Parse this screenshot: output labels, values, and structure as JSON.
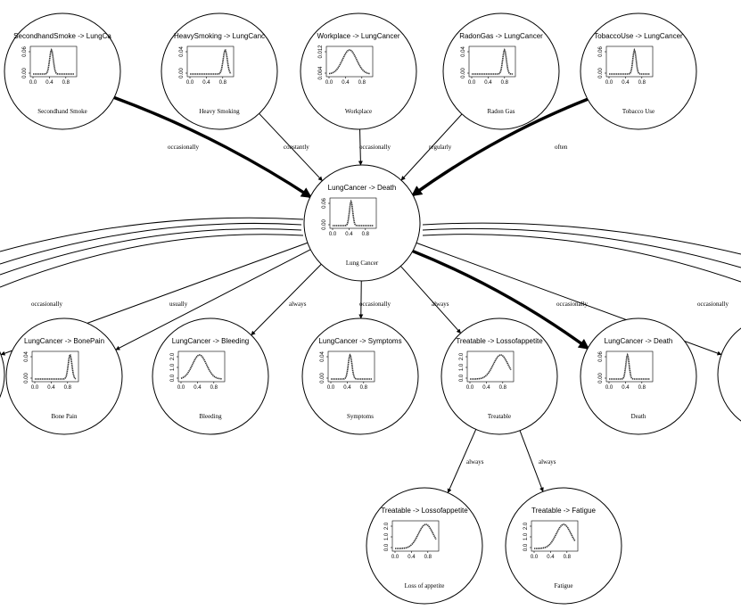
{
  "diagram": {
    "nodes": [
      {
        "id": "secondhand",
        "title": "SecondhandSmoke -> LungCa",
        "label": "Secondhand Smoke",
        "yticks": [
          "0.00",
          "0.06"
        ],
        "xticks": [
          "0.0",
          "0.4",
          "0.8"
        ],
        "mean": 0.45,
        "sd": 0.045
      },
      {
        "id": "heavy",
        "title": "HeavySmoking -> LungCanc",
        "label": "Heavy Smoking",
        "yticks": [
          "0.00",
          "0.04"
        ],
        "xticks": [
          "0.0",
          "0.4",
          "0.8"
        ],
        "mean": 0.86,
        "sd": 0.05
      },
      {
        "id": "workplace",
        "title": "Workplace -> LungCancer",
        "label": "Workplace",
        "yticks": [
          "0.004",
          "0.012"
        ],
        "xticks": [
          "0.0",
          "0.4",
          "0.8"
        ],
        "mean": 0.5,
        "sd": 0.17
      },
      {
        "id": "radon",
        "title": "RadonGas -> LungCancer",
        "label": "Radon Gas",
        "yticks": [
          "0.00",
          "0.04"
        ],
        "xticks": [
          "0.0",
          "0.4",
          "0.8"
        ],
        "mean": 0.8,
        "sd": 0.045
      },
      {
        "id": "tobacco",
        "title": "TobaccoUse -> LungCancer",
        "label": "Tobacco Use",
        "yticks": [
          "0.00",
          "0.06"
        ],
        "xticks": [
          "0.0",
          "0.4",
          "0.8"
        ],
        "mean": 0.62,
        "sd": 0.04
      },
      {
        "id": "lungcancer",
        "title": "LungCancer -> Death",
        "label": "Lung Cancer",
        "yticks": [
          "0.00",
          "0.06"
        ],
        "xticks": [
          "0.0",
          "0.4",
          "0.8"
        ],
        "mean": 0.45,
        "sd": 0.04
      },
      {
        "id": "bonepain",
        "title": "LungCancer -> BonePain",
        "label": "Bone Pain",
        "yticks": [
          "0.00",
          "0.04"
        ],
        "xticks": [
          "0.0",
          "0.4",
          "0.8"
        ],
        "mean": 0.86,
        "sd": 0.045
      },
      {
        "id": "bleeding",
        "title": "LungCancer -> Bleeding",
        "label": "Bleeding",
        "yticks": [
          "0.0",
          "1.0",
          "2.0"
        ],
        "xticks": [
          "0.0",
          "0.4",
          "0.8"
        ],
        "mean": 0.45,
        "sd": 0.17
      },
      {
        "id": "symptoms",
        "title": "LungCancer -> Symptoms",
        "label": "Symptoms",
        "yticks": [
          "0.00",
          "0.04"
        ],
        "xticks": [
          "0.0",
          "0.4",
          "0.8"
        ],
        "mean": 0.47,
        "sd": 0.045
      },
      {
        "id": "treatable",
        "title": "Treatable -> Lossofappetite",
        "label": "Treatable",
        "yticks": [
          "0.0",
          "1.0",
          "2.0"
        ],
        "xticks": [
          "0.0",
          "0.4",
          "0.8"
        ],
        "mean": 0.75,
        "sd": 0.18
      },
      {
        "id": "death",
        "title": "LungCancer -> Death",
        "label": "Death",
        "yticks": [
          "0.00",
          "0.06"
        ],
        "xticks": [
          "0.0",
          "0.4",
          "0.8"
        ],
        "mean": 0.45,
        "sd": 0.04
      },
      {
        "id": "lossofappetite",
        "title": "Treatable -> Lossofappetite",
        "label": "Loss of appetite",
        "yticks": [
          "0.0",
          "1.0",
          "2.0"
        ],
        "xticks": [
          "0.0",
          "0.4",
          "0.8"
        ],
        "mean": 0.75,
        "sd": 0.18
      },
      {
        "id": "fatigue",
        "title": "Treatable -> Fatigue",
        "label": "Fatigue",
        "yticks": [
          "0.0",
          "1.0",
          "2.0"
        ],
        "xticks": [
          "0.0",
          "0.4",
          "0.8"
        ],
        "mean": 0.72,
        "sd": 0.18
      }
    ],
    "edges": [
      {
        "from": "secondhand",
        "to": "lungcancer",
        "label": "occasionally",
        "weight": "heavy"
      },
      {
        "from": "heavy",
        "to": "lungcancer",
        "label": "constantly",
        "weight": "thin"
      },
      {
        "from": "workplace",
        "to": "lungcancer",
        "label": "occasionally",
        "weight": "thin"
      },
      {
        "from": "radon",
        "to": "lungcancer",
        "label": "regularly",
        "weight": "thin"
      },
      {
        "from": "tobacco",
        "to": "lungcancer",
        "label": "often",
        "weight": "heavy"
      },
      {
        "from": "lungcancer",
        "to": "bonepain",
        "label": "usually",
        "weight": "thin"
      },
      {
        "from": "lungcancer",
        "to": "bleeding",
        "label": "always",
        "weight": "thin"
      },
      {
        "from": "lungcancer",
        "to": "symptoms",
        "label": "occasionally",
        "weight": "thin"
      },
      {
        "from": "lungcancer",
        "to": "treatable",
        "label": "always",
        "weight": "thin"
      },
      {
        "from": "lungcancer",
        "to": "death",
        "label": "occasionally",
        "weight": "heavy"
      },
      {
        "from": "lungcancer",
        "to": "offscreen-left",
        "label": "occasionally",
        "weight": "thin"
      },
      {
        "from": "lungcancer",
        "to": "offscreen-right",
        "label": "occasionally",
        "weight": "thin"
      },
      {
        "from": "treatable",
        "to": "lossofappetite",
        "label": "always",
        "weight": "thin"
      },
      {
        "from": "treatable",
        "to": "fatigue",
        "label": "always",
        "weight": "thin"
      }
    ]
  }
}
